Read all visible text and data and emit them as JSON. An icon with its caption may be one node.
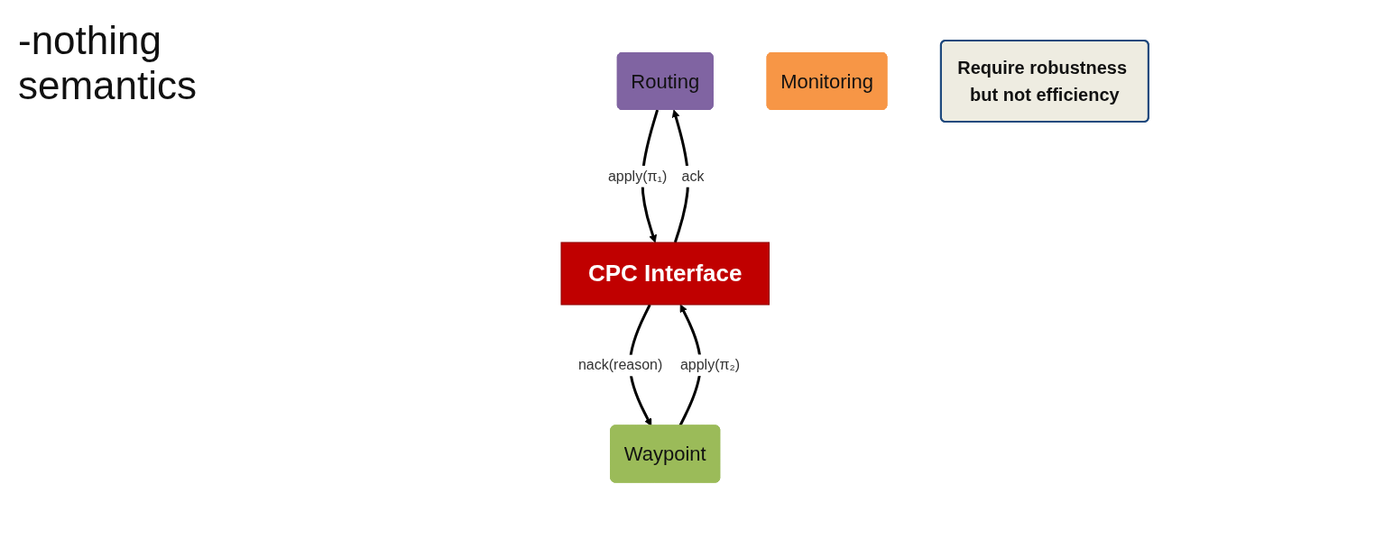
{
  "diagram": {
    "nodes": [
      {
        "text": [
          "Routing"
        ]
      },
      {
        "text": [
          "Monitoring"
        ]
      },
      {
        "text": [
          "Waypoint"
        ]
      },
      {
        "text": [
          "CPC Interface"
        ]
      },
      {
        "text": [
          "Require robustness but not efficiency"
        ]
      }
    ],
    "edges": [
      {
        "from": 0,
        "to": 3,
        "arrow": "to",
        "label": "apply(π₁)"
      },
      {
        "from": 3,
        "to": 0,
        "arrow": "to",
        "label": "ack"
      },
      {
        "from": 2,
        "to": 3,
        "arrow": "to",
        "label": "apply(π₂)"
      },
      {
        "from": 3,
        "to": 2,
        "arrow": "to",
        "label": "nack(reason)"
      }
    ],
    "labels": [
      "-nothing semantics"
    ]
  }
}
